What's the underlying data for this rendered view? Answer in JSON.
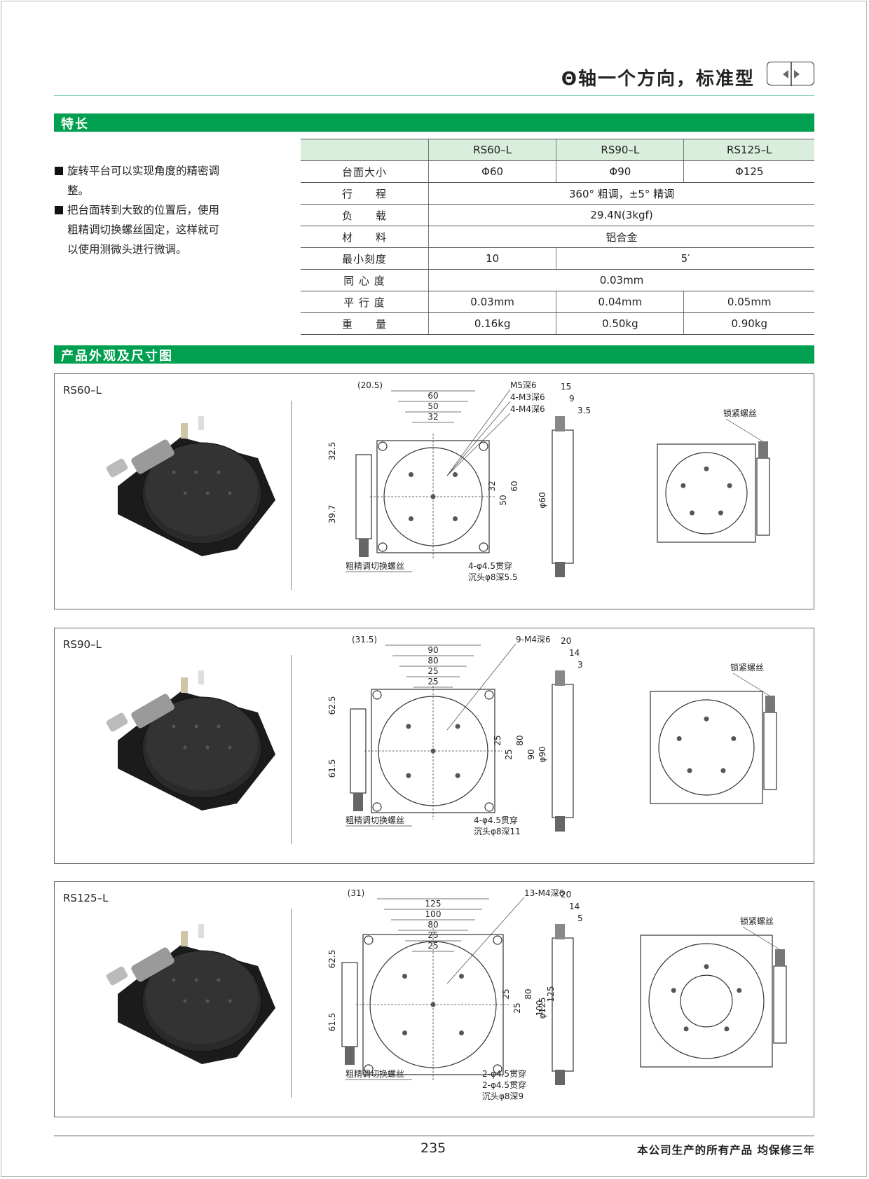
{
  "header": {
    "title": "Θ轴一个方向，标准型"
  },
  "sections": {
    "features_title": "特长",
    "drawings_title": "产品外观及尺寸图"
  },
  "features": [
    "旋转平台可以实现角度的精密调整。",
    "把台面转到大致的位置后，使用粗精调切换螺丝固定，这样就可以使用测微头进行微调。"
  ],
  "spec_table": {
    "models": [
      "RS60–L",
      "RS90–L",
      "RS125–L"
    ],
    "rows": {
      "table_size": {
        "label": "台面大小",
        "values": [
          "Φ60",
          "Φ90",
          "Φ125"
        ]
      },
      "travel": {
        "label": "行　　程",
        "value": "360° 粗调，±5° 精调"
      },
      "load": {
        "label": "负　　载",
        "value": "29.4N(3kgf)"
      },
      "material": {
        "label": "材　　料",
        "value": "铝合金"
      },
      "min_scale": {
        "label": "最小刻度",
        "values": [
          "10",
          "5′"
        ]
      },
      "concentricity": {
        "label": "同 心 度",
        "value": "0.03mm"
      },
      "parallelism": {
        "label": "平 行 度",
        "values": [
          "0.03mm",
          "0.04mm",
          "0.05mm"
        ]
      },
      "weight": {
        "label": "重　　量",
        "values": [
          "0.16kg",
          "0.50kg",
          "0.90kg"
        ]
      }
    }
  },
  "drawings": [
    {
      "model": "RS60–L",
      "top_dims": [
        "(20.5)",
        "60",
        "50",
        "32"
      ],
      "holes": [
        "M5深6",
        "4-M3深6",
        "4-M4深6"
      ],
      "left_dims": [
        "32.5",
        "39.7"
      ],
      "right_dims": [
        "32",
        "50",
        "60"
      ],
      "switch_label": "粗精调切换螺丝",
      "mount_note": [
        "4-φ4.5贯穿",
        "沉头φ8深5.5"
      ],
      "side_dims": [
        "15",
        "9",
        "3.5"
      ],
      "side_dia": "φ60",
      "lock_label": "锁紧螺丝"
    },
    {
      "model": "RS90–L",
      "top_dims": [
        "(31.5)",
        "90",
        "80",
        "25",
        "25"
      ],
      "holes": [
        "9-M4深6"
      ],
      "left_dims": [
        "62.5",
        "61.5"
      ],
      "right_dims": [
        "25",
        "25",
        "80",
        "90"
      ],
      "switch_label": "粗精调切换螺丝",
      "mount_note": [
        "4-φ4.5贯穿",
        "沉头φ8深11"
      ],
      "side_dims": [
        "20",
        "14",
        "3"
      ],
      "side_dia": "φ90",
      "lock_label": "锁紧螺丝"
    },
    {
      "model": "RS125–L",
      "top_dims": [
        "(31)",
        "125",
        "100",
        "80",
        "25",
        "25"
      ],
      "holes": [
        "13-M4深6"
      ],
      "left_dims": [
        "62.5",
        "61.5"
      ],
      "right_dims": [
        "25",
        "25",
        "80",
        "100",
        "125"
      ],
      "switch_label": "粗精调切换螺丝",
      "mount_note": [
        "2-φ4.5贯穿",
        "2-φ4.5贯穿",
        "沉头φ8深9"
      ],
      "side_dims": [
        "20",
        "14",
        "5"
      ],
      "side_dia": "φ125",
      "lock_label": "锁紧螺丝"
    }
  ],
  "footer": {
    "page_number": "235",
    "warranty": "本公司生产的所有产品 均保修三年"
  }
}
